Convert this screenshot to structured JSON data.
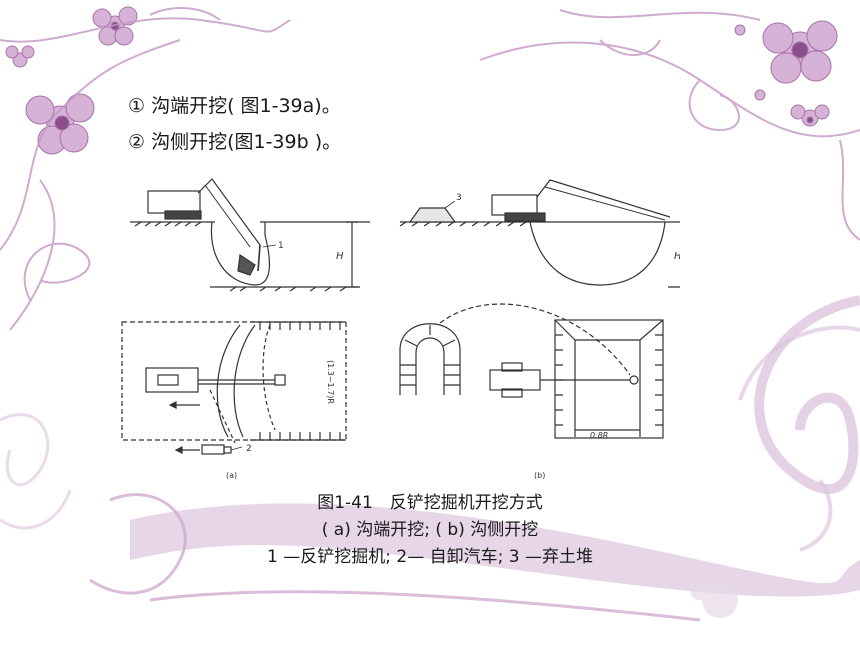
{
  "bullets": [
    "① 沟端开挖( 图1-39a)。",
    "② 沟侧开挖(图1-39b )。"
  ],
  "figure": {
    "label_1": "1",
    "label_2": "2",
    "label_3": "3",
    "label_H": "H",
    "label_radius": "(1.3~1.7)R",
    "label_08R": "0.8R",
    "label_a": "(a)",
    "label_b": "(b)"
  },
  "caption": {
    "title": "图1-41　反铲挖掘机开挖方式",
    "subtitle": "( a) 沟端开挖; ( b) 沟侧开挖",
    "legend": "1 —反铲挖掘机; 2— 自卸汽车; 3 —弃土堆"
  },
  "colors": {
    "decor_purple": "#b985b8",
    "decor_light": "#dcc3dc",
    "line": "#333333"
  }
}
